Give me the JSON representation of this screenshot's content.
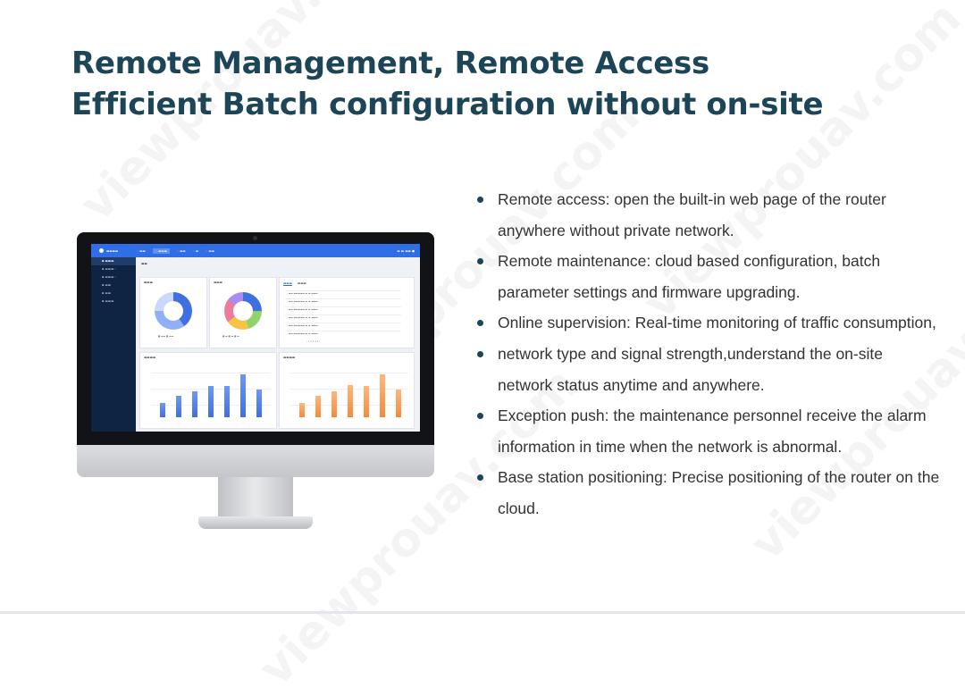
{
  "headline": {
    "line1": "Remote Management, Remote Access",
    "line2": "Efficient Batch configuration without on-site"
  },
  "features": [
    {
      "text": "Remote access: open the built-in web page of the router anywhere without private network."
    },
    {
      "text": "Remote maintenance: cloud based configuration, batch parameter settings and firmware upgrading."
    },
    {
      "text": "Online supervision: Real-time monitoring of traffic consumption,"
    },
    {
      "text": "network type and signal strength,understand the on-site network status anytime and anywhere."
    },
    {
      "text": "Exception push: the maintenance personnel receive the alarm information in time when the network is abnormal."
    },
    {
      "text": "Base station positioning: Precise positioning of the router on the cloud."
    }
  ],
  "watermark": "viewprouav.com",
  "colors": {
    "headline": "#1d4558",
    "body_text": "#333333",
    "dashboard_blue": "#2f6ee6",
    "dashboard_orange": "#f48a3c",
    "sidebar": "#0f2343"
  },
  "dashboard": {
    "blue_bars": [
      0.28,
      0.42,
      0.52,
      0.62,
      0.62,
      0.85,
      0.55
    ],
    "orange_bars": [
      0.28,
      0.42,
      0.52,
      0.65,
      0.62,
      0.85,
      0.55
    ]
  }
}
